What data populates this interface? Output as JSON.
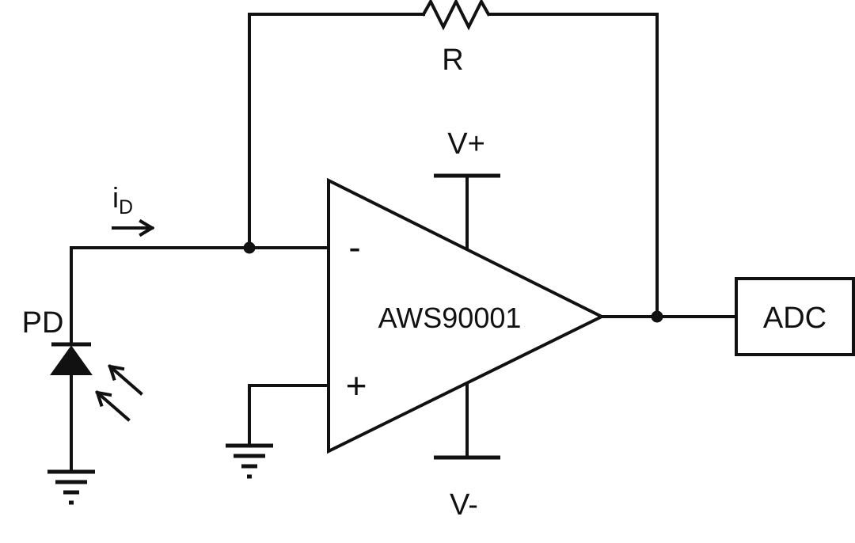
{
  "diagram": {
    "kind": "circuit-schematic",
    "colors": {
      "ink": "#111111",
      "background": "#ffffff"
    },
    "labels": {
      "resistor": "R",
      "supply_positive": "V+",
      "supply_negative": "V-",
      "opamp": "AWS90001",
      "opamp_inverting": "-",
      "opamp_noninverting": "+",
      "photodiode": "PD",
      "current_symbol": "i",
      "current_subscript": "D",
      "adc": "ADC"
    }
  }
}
